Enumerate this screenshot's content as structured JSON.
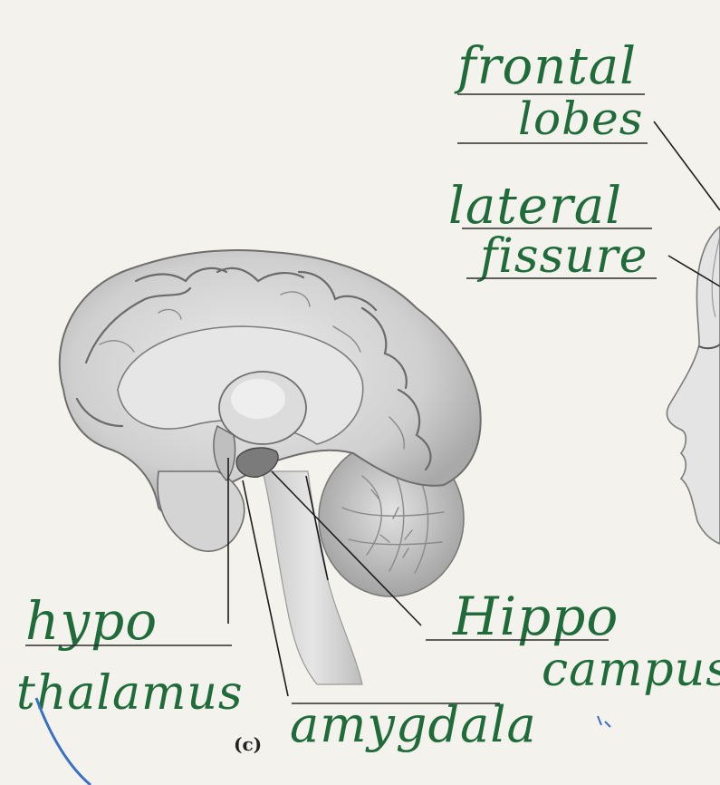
{
  "labels": {
    "frontal_line1": "frontal",
    "frontal_line2": "lobes",
    "lateral_line1": "lateral",
    "lateral_line2": "fissure",
    "hypo_line1": "hypo",
    "hypo_line2": "thalamus",
    "hippo_line1": "Hippo",
    "hippo_line2": "campus",
    "amygdala": "amygdala"
  },
  "panel_letter": "(c)",
  "colors": {
    "ink_green": "#1f6b3a",
    "paper": "#f4f2ec",
    "brain_fill": "#d9d9d9",
    "cerebellum_fill": "#cfcfcf"
  }
}
